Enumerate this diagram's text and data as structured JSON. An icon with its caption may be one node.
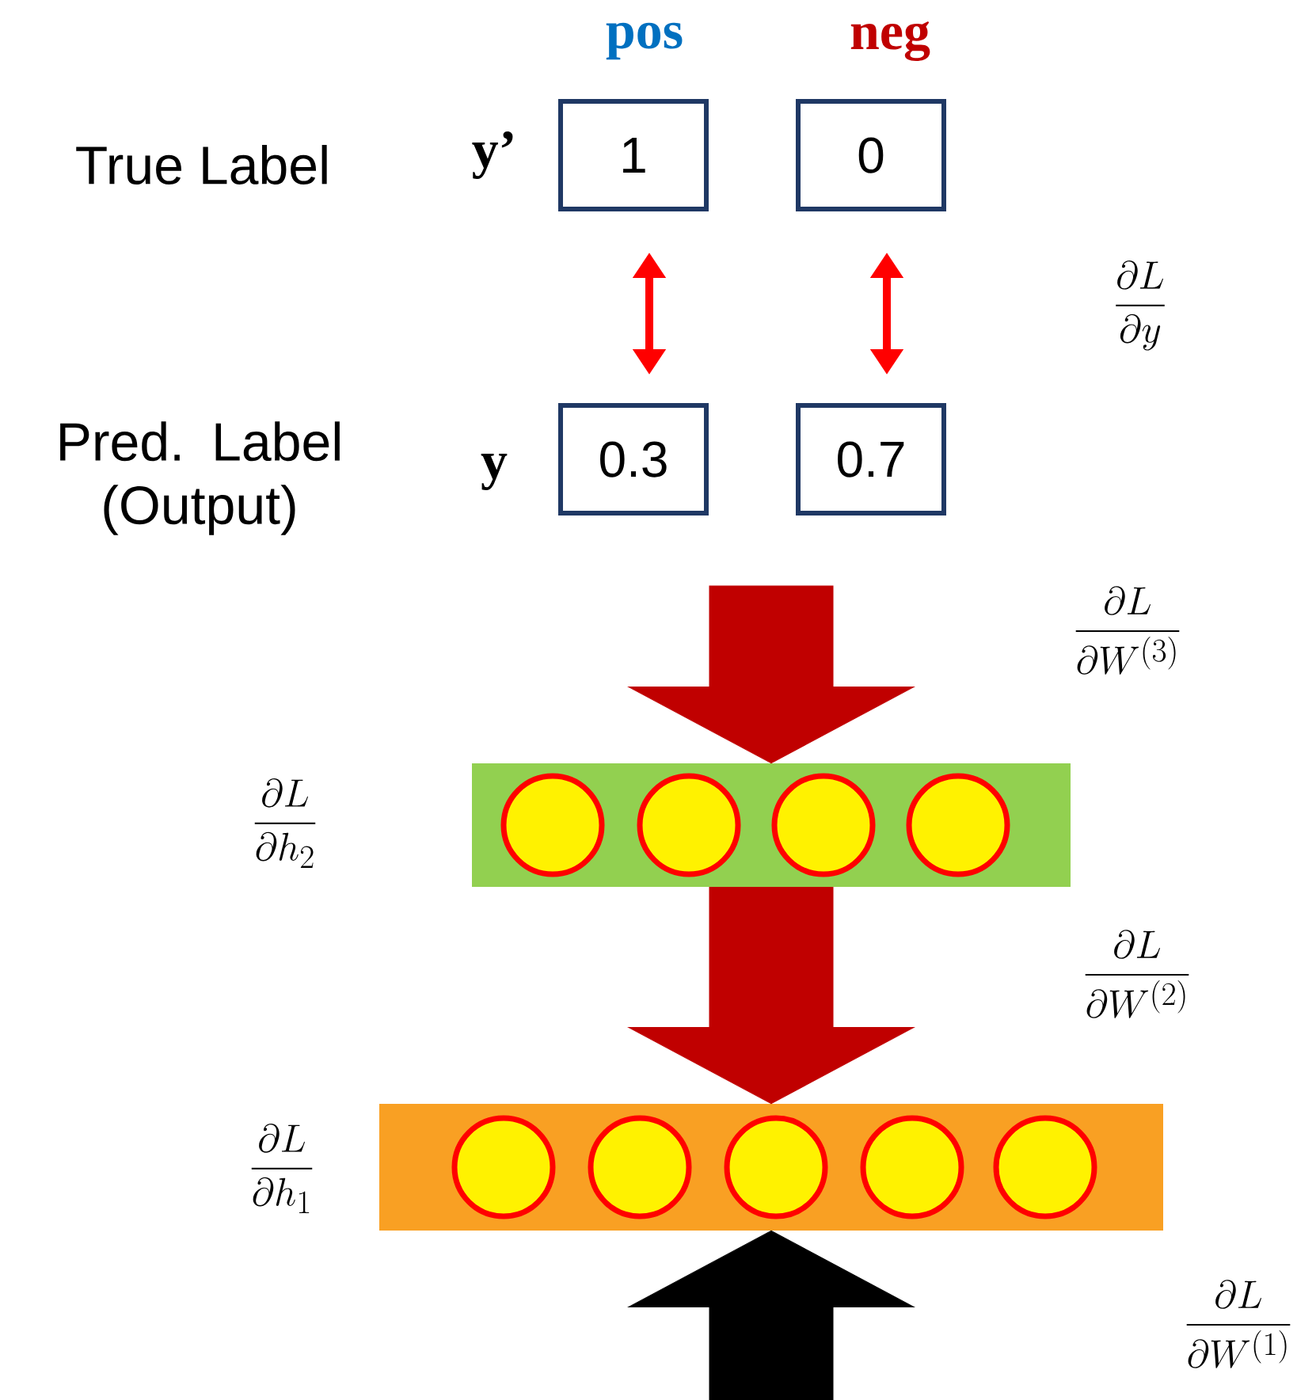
{
  "diagram": {
    "nodes": [
      {
        "text": [
          "1"
        ]
      },
      {
        "text": [
          "0"
        ]
      },
      {
        "text": [
          "0.3"
        ]
      },
      {
        "text": [
          "0.7"
        ]
      },
      {
        "text": [],
        "shape": "bar"
      },
      {
        "text": [],
        "shape": "circle",
        "in": 4
      },
      {
        "text": [],
        "shape": "circle",
        "in": 4
      },
      {
        "text": [],
        "shape": "circle",
        "in": 4
      },
      {
        "text": [],
        "shape": "circle",
        "in": 4
      },
      {
        "text": [],
        "shape": "bar"
      },
      {
        "text": [],
        "shape": "circle",
        "in": 9
      },
      {
        "text": [],
        "shape": "circle",
        "in": 9
      },
      {
        "text": [],
        "shape": "circle",
        "in": 9
      },
      {
        "text": [],
        "shape": "circle",
        "in": 9
      },
      {
        "text": [],
        "shape": "circle",
        "in": 9
      }
    ],
    "edges": [
      {
        "from": 0,
        "to": 2,
        "arrow": "both",
        "color": "#ff0000"
      },
      {
        "from": 1,
        "to": 3,
        "arrow": "both",
        "color": "#ff0000"
      },
      {
        "from": null,
        "to": 4,
        "arrow": "to",
        "style": "thick",
        "color": "#c00000"
      },
      {
        "from": 4,
        "to": 9,
        "arrow": "to",
        "style": "thick",
        "color": "#c00000"
      },
      {
        "from": null,
        "to": 9,
        "arrow": "to",
        "style": "thick",
        "color": "#000000"
      }
    ],
    "labels": [
      "pos",
      "neg",
      "True Label",
      "y’",
      "\\frac{\\partial L}{\\partial y}",
      "Pred. Label (Output)",
      "y",
      "\\frac{\\partial L}{\\partial W^{(3)}}",
      "\\frac{\\partial L}{\\partial h_2}",
      "\\frac{\\partial L}{\\partial W^{(2)}}",
      "\\frac{\\partial L}{\\partial h_1}",
      "\\frac{\\partial L}{\\partial W^{(1)}}"
    ]
  }
}
